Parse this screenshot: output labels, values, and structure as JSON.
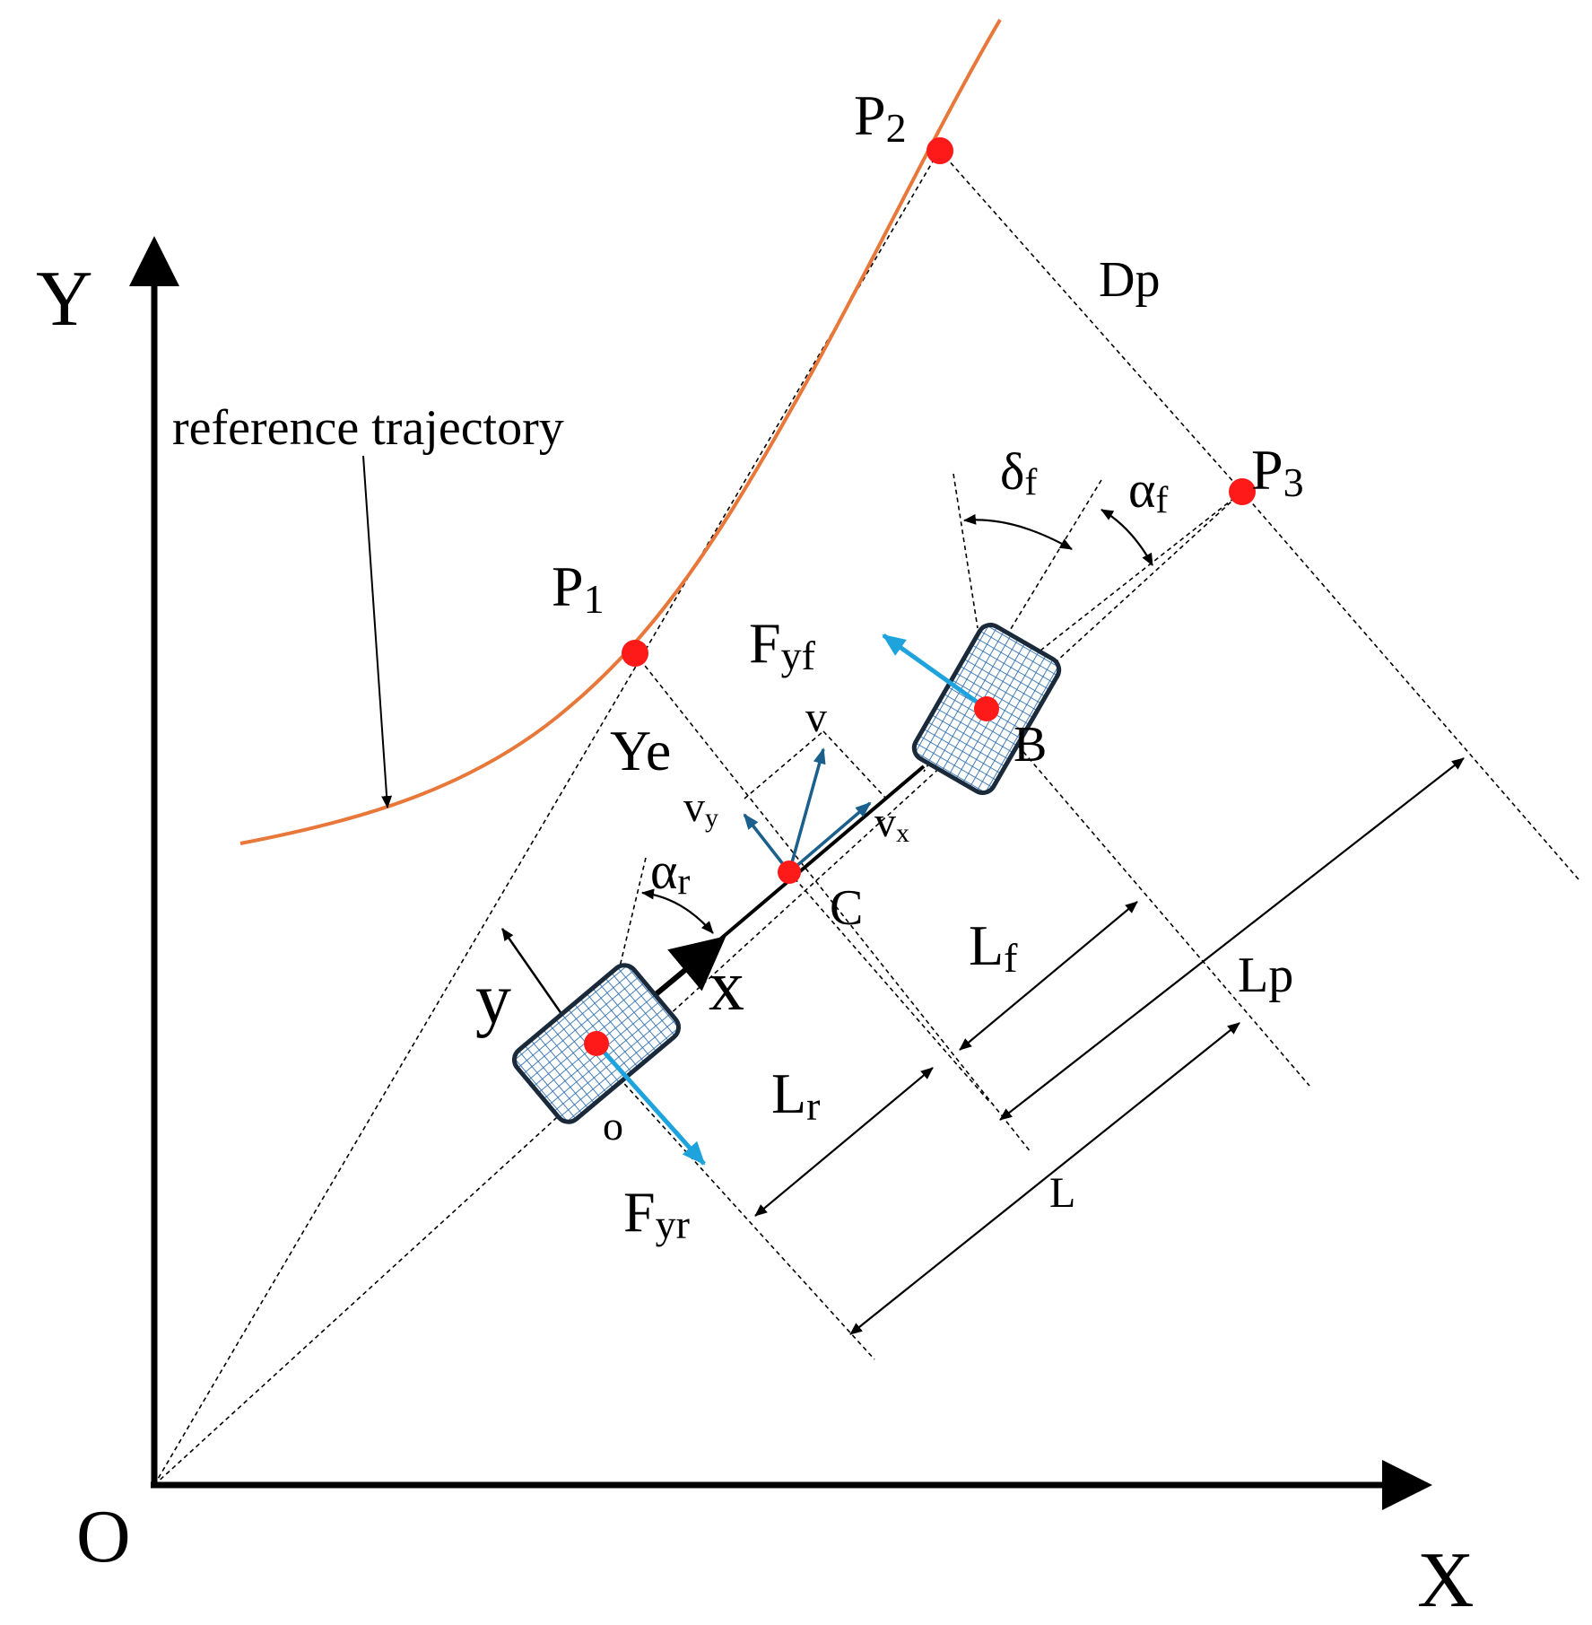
{
  "labels": {
    "axis_y": "Y",
    "axis_x": "X",
    "origin": "O",
    "reference_trajectory": "reference trajectory",
    "p1": "P",
    "p1_sub": "1",
    "p2": "P",
    "p2_sub": "2",
    "p3": "P",
    "p3_sub": "3",
    "dp": "Dp",
    "ye": "Ye",
    "delta_f": "δ",
    "delta_f_sub": "f",
    "alpha_f": "α",
    "alpha_f_sub": "f",
    "alpha_r": "α",
    "alpha_r_sub": "r",
    "fyf": "F",
    "fyf_sub": "yf",
    "fyr": "F",
    "fyr_sub": "yr",
    "v": "v",
    "vx": "v",
    "vx_sub": "x",
    "vy": "v",
    "vy_sub": "y",
    "point_b": "B",
    "point_c": "C",
    "local_x": "x",
    "local_y": "y",
    "local_o": "o",
    "lf": "L",
    "lf_sub": "f",
    "lr": "L",
    "lr_sub": "r",
    "lp": "Lp",
    "l": "L"
  },
  "colors": {
    "trajectory": "#e8773a",
    "point": "#ff1a1a",
    "force_arrow": "#1fa3dc",
    "velocity_arrow": "#1b5f8c",
    "tire_fill": "#2f6fb0",
    "tire_border": "#1a2a3a"
  }
}
